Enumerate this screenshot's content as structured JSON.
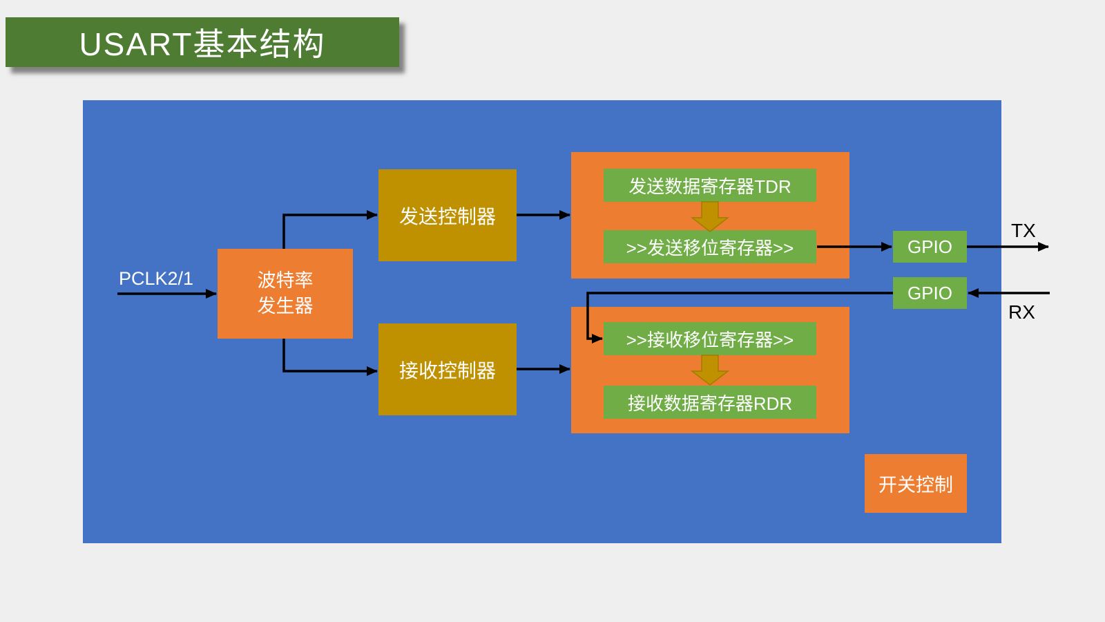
{
  "title": "USART基本结构",
  "colors": {
    "background": "#efefef",
    "banner_green": "#4e7c33",
    "panel_blue": "#4472c4",
    "block_orange": "#ed7d31",
    "block_gold": "#bf9000",
    "block_green": "#70ad47",
    "line_black": "#000000",
    "text_white": "#ffffff"
  },
  "signals": {
    "pclk": "PCLK2/1",
    "tx": "TX",
    "rx": "RX"
  },
  "blocks": {
    "baud_generator": {
      "line1": "波特率",
      "line2": "发生器"
    },
    "tx_controller": "发送控制器",
    "rx_controller": "接收控制器",
    "tdr": "发送数据寄存器TDR",
    "tx_shift": ">>发送移位寄存器>>",
    "rx_shift": ">>接收移位寄存器>>",
    "rdr": "接收数据寄存器RDR",
    "gpio_tx": "GPIO",
    "gpio_rx": "GPIO",
    "switch_control": "开关控制"
  }
}
